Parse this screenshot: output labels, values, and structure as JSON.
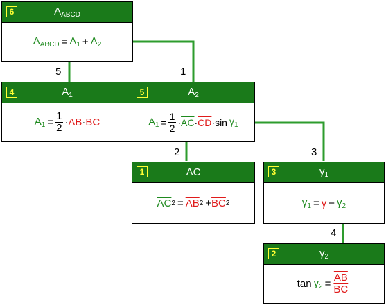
{
  "colors": {
    "header_bg": "#1a7a1a",
    "badge": "#ffff33",
    "connector": "#2e9c2e",
    "known_var": "#1f8a1f",
    "given_var": "#e01b1b"
  },
  "edges": [
    {
      "label": "5"
    },
    {
      "label": "1"
    },
    {
      "label": "2"
    },
    {
      "label": "3"
    },
    {
      "label": "4"
    }
  ],
  "nodes": [
    {
      "badge": "6",
      "title": "A",
      "title_sub": "ABCD",
      "formula": {
        "lhs": "A",
        "lhs_sub": "ABCD",
        "eq": "=",
        "t1": "A",
        "t1_sub": "1",
        "plus": "+",
        "t2": "A",
        "t2_sub": "2"
      }
    },
    {
      "badge": "4",
      "title": "A",
      "title_sub": "1",
      "formula": {
        "lhs": "A",
        "lhs_sub": "1",
        "eq": "=",
        "num": "1",
        "den": "2",
        "dot": "·",
        "s1": "AB",
        "s2": "BC"
      }
    },
    {
      "badge": "5",
      "title": "A",
      "title_sub": "2",
      "formula": {
        "lhs": "A",
        "lhs_sub": "1",
        "eq": "=",
        "num": "1",
        "den": "2",
        "dot": "·",
        "s1": "AC",
        "s2": "CD",
        "fn": "sin",
        "ang": "γ",
        "ang_sub": "1"
      }
    },
    {
      "badge": "1",
      "title": "AC",
      "formula": {
        "s1": "AC",
        "p1": "2",
        "eq": "=",
        "s2": "AB",
        "p2": "2",
        "plus": "+",
        "s3": "BC",
        "p3": "2"
      }
    },
    {
      "badge": "3",
      "title": "γ",
      "title_sub": "1",
      "formula": {
        "lhs": "γ",
        "lhs_sub": "1",
        "eq": "=",
        "g": "γ",
        "minus": "−",
        "g2": "γ",
        "g2_sub": "2"
      }
    },
    {
      "badge": "2",
      "title": "γ",
      "title_sub": "2",
      "formula": {
        "fn": "tan",
        "ang": "γ",
        "ang_sub": "2",
        "eq": "=",
        "num": "AB",
        "den": "BC"
      }
    }
  ]
}
